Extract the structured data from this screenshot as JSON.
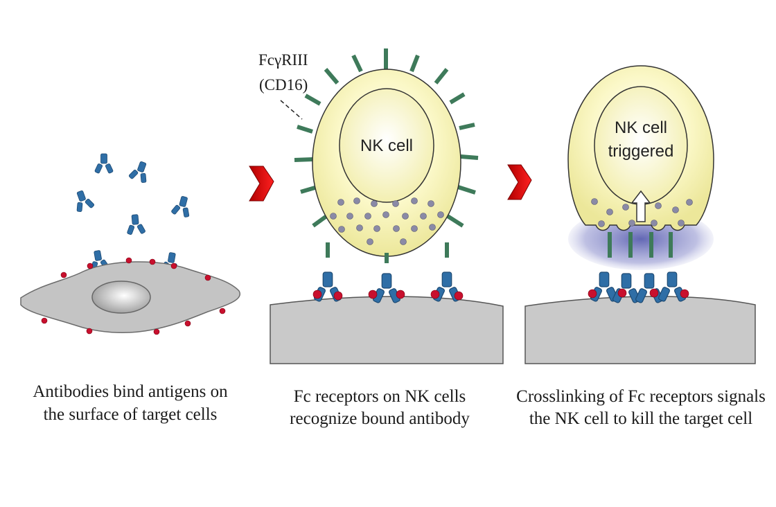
{
  "panel1": {
    "caption_line1": "Antibodies bind antigens on",
    "caption_line2": "the surface of target cells"
  },
  "panel2": {
    "receptor_label_line1": "FcγRIII",
    "receptor_label_line2": "(CD16)",
    "cell_label": "NK cell",
    "caption_line1": "Fc receptors on NK cells",
    "caption_line2": "recognize bound antibody"
  },
  "panel3": {
    "cell_label_line1": "NK cell",
    "cell_label_line2": "triggered",
    "caption_line1": "Crosslinking of Fc receptors signals",
    "caption_line2": "the NK cell to kill the target cell"
  },
  "colors": {
    "nk_cell_fill": "#f6f3a4",
    "antibody": "#2f6ea6",
    "antigen": "#c8102e",
    "receptor": "#3e7a5a",
    "target_cell": "#c9c9c9",
    "arrow": "#e01414",
    "granule": "#8a8aa6",
    "release_cloud": "#6b6fb8"
  }
}
